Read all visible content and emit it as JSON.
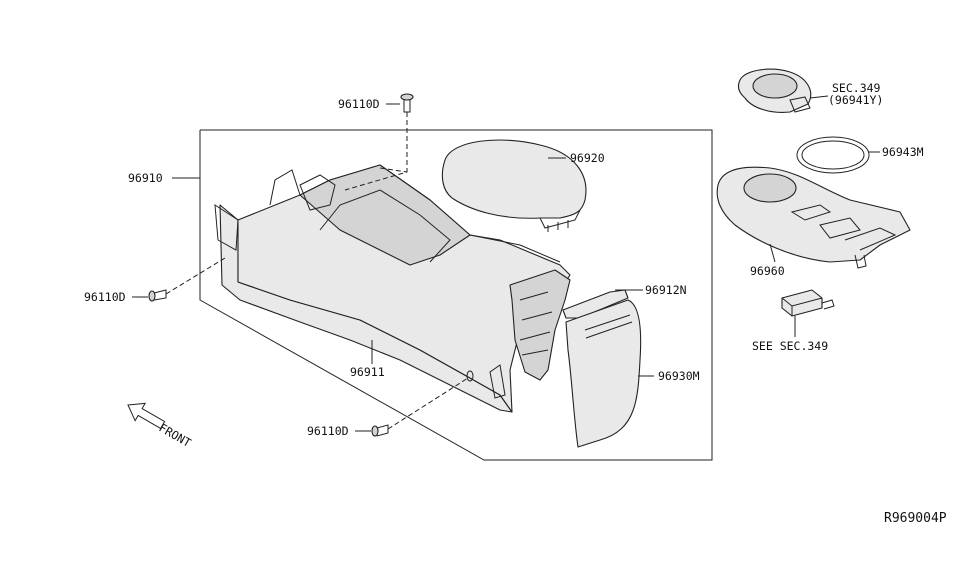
{
  "callouts": {
    "screw_top": "96110D",
    "console_assy": "96910",
    "screw_left": "96110D",
    "console_body": "96911",
    "screw_bottom": "96110D",
    "lid": "96920",
    "rear_cover_top": "96912N",
    "rear_cover": "96930M",
    "sec349_line1": "SEC.349",
    "sec349_line2": "(96941Y)",
    "ring": "96943M",
    "finisher": "96960",
    "see_sec349": "SEE SEC.349"
  },
  "front_label": "FRONT",
  "diagram_code": "R969004P"
}
